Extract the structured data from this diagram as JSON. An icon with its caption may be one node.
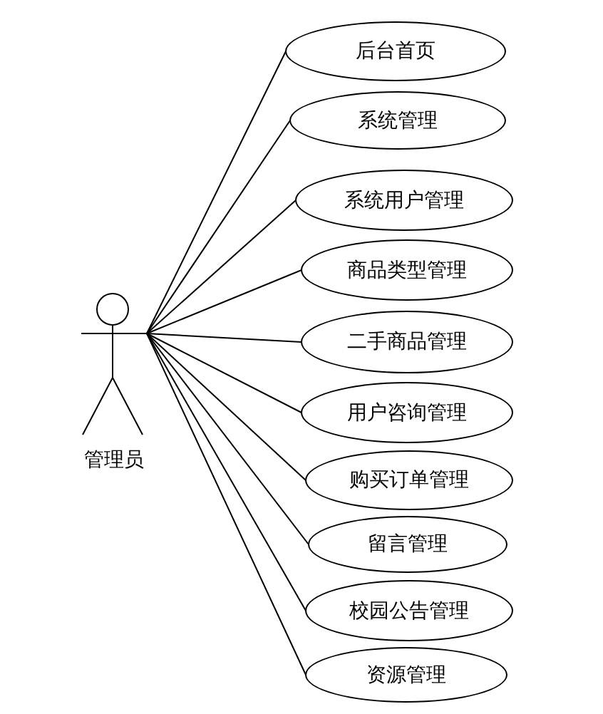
{
  "diagram": {
    "nodes": [
      {
        "text": [
          "管理员"
        ]
      },
      {
        "text": [
          "后台首页"
        ]
      },
      {
        "text": [
          "系统管理"
        ]
      },
      {
        "text": [
          "系统用户管理"
        ]
      },
      {
        "text": [
          "商品类型管理"
        ]
      },
      {
        "text": [
          "二手商品管理"
        ]
      },
      {
        "text": [
          "用户咨询管理"
        ]
      },
      {
        "text": [
          "购买订单管理"
        ]
      },
      {
        "text": [
          "留言管理"
        ]
      },
      {
        "text": [
          "校园公告管理"
        ]
      },
      {
        "text": [
          "资源管理"
        ]
      }
    ],
    "edges": [
      {
        "from": 0,
        "to": 1,
        "arrow": "none"
      },
      {
        "from": 0,
        "to": 2,
        "arrow": "none"
      },
      {
        "from": 0,
        "to": 3,
        "arrow": "none"
      },
      {
        "from": 0,
        "to": 4,
        "arrow": "none"
      },
      {
        "from": 0,
        "to": 5,
        "arrow": "none"
      },
      {
        "from": 0,
        "to": 6,
        "arrow": "none"
      },
      {
        "from": 0,
        "to": 7,
        "arrow": "none"
      },
      {
        "from": 0,
        "to": 8,
        "arrow": "none"
      },
      {
        "from": 0,
        "to": 9,
        "arrow": "none"
      },
      {
        "from": 0,
        "to": 10,
        "arrow": "none"
      }
    ]
  }
}
